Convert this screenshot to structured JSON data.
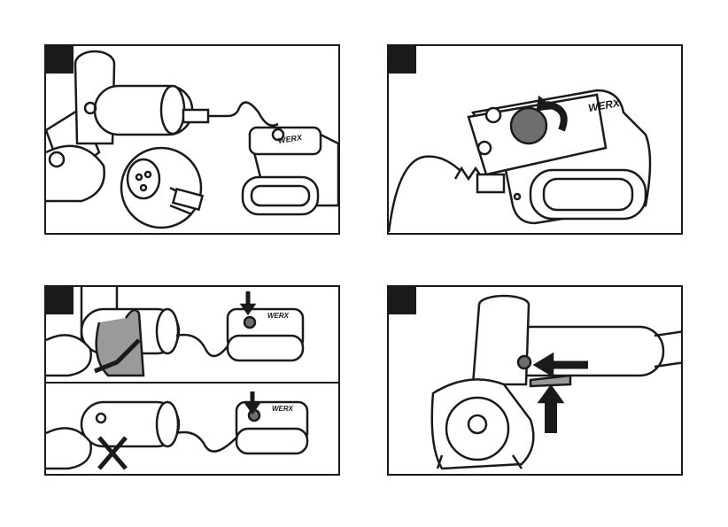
{
  "panels": [
    {
      "id": 1,
      "brand": "WERX"
    },
    {
      "id": 2,
      "brand": "WERX"
    },
    {
      "id": 3,
      "brand_top": "WERX",
      "brand_bottom": "WERX"
    },
    {
      "id": 4
    }
  ],
  "colors": {
    "outline": "#1a1a1a",
    "hand": "#9a9a9a",
    "knob": "#6e6e6e",
    "arrow": "#1a1a1a"
  }
}
